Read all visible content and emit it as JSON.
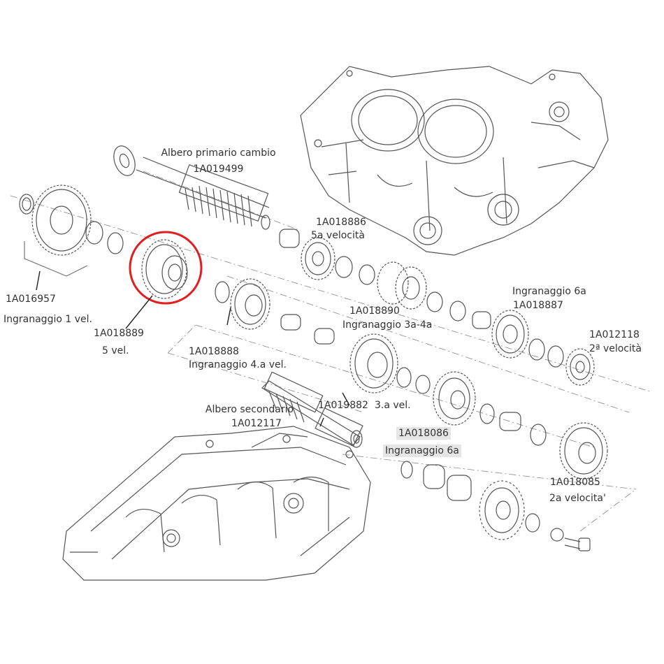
{
  "labels": {
    "primary_shaft_name": "Albero primario cambio",
    "primary_shaft_code": "1A019499",
    "gear_1_code": "1A016957",
    "gear_1_name": "Ingranaggio 1 vel.",
    "gear_5_code": "1A018889",
    "gear_5_name": "5 vel.",
    "gear_5a_code": "1A018886",
    "gear_5a_name": "5a velocità",
    "gear_3a4a_code": "1A018890",
    "gear_3a4a_name": "Ingranaggio 3a-4a",
    "gear_6a_code": "1A018887",
    "gear_6a_name": "Ingranaggio 6a",
    "gear_2_code": "1A012118",
    "gear_2_name": "2ª velocità",
    "gear_4_code": "1A018888",
    "gear_4_name": "Ingranaggio 4.a vel.",
    "secondary_shaft_name": "Albero secondario",
    "secondary_shaft_code": "1A012117",
    "gear_3_code": "1A019882",
    "gear_3_name": "3.a vel.",
    "gear_6b_code": "1A018086",
    "gear_6b_name": "Ingranaggio 6a",
    "gear_2b_code": "1A018085",
    "gear_2b_name": "2a velocita'"
  },
  "colors": {
    "line": "#555555",
    "text": "#333333",
    "highlight_circle": "#e02020",
    "highlight_box": "#e6e6e6"
  }
}
